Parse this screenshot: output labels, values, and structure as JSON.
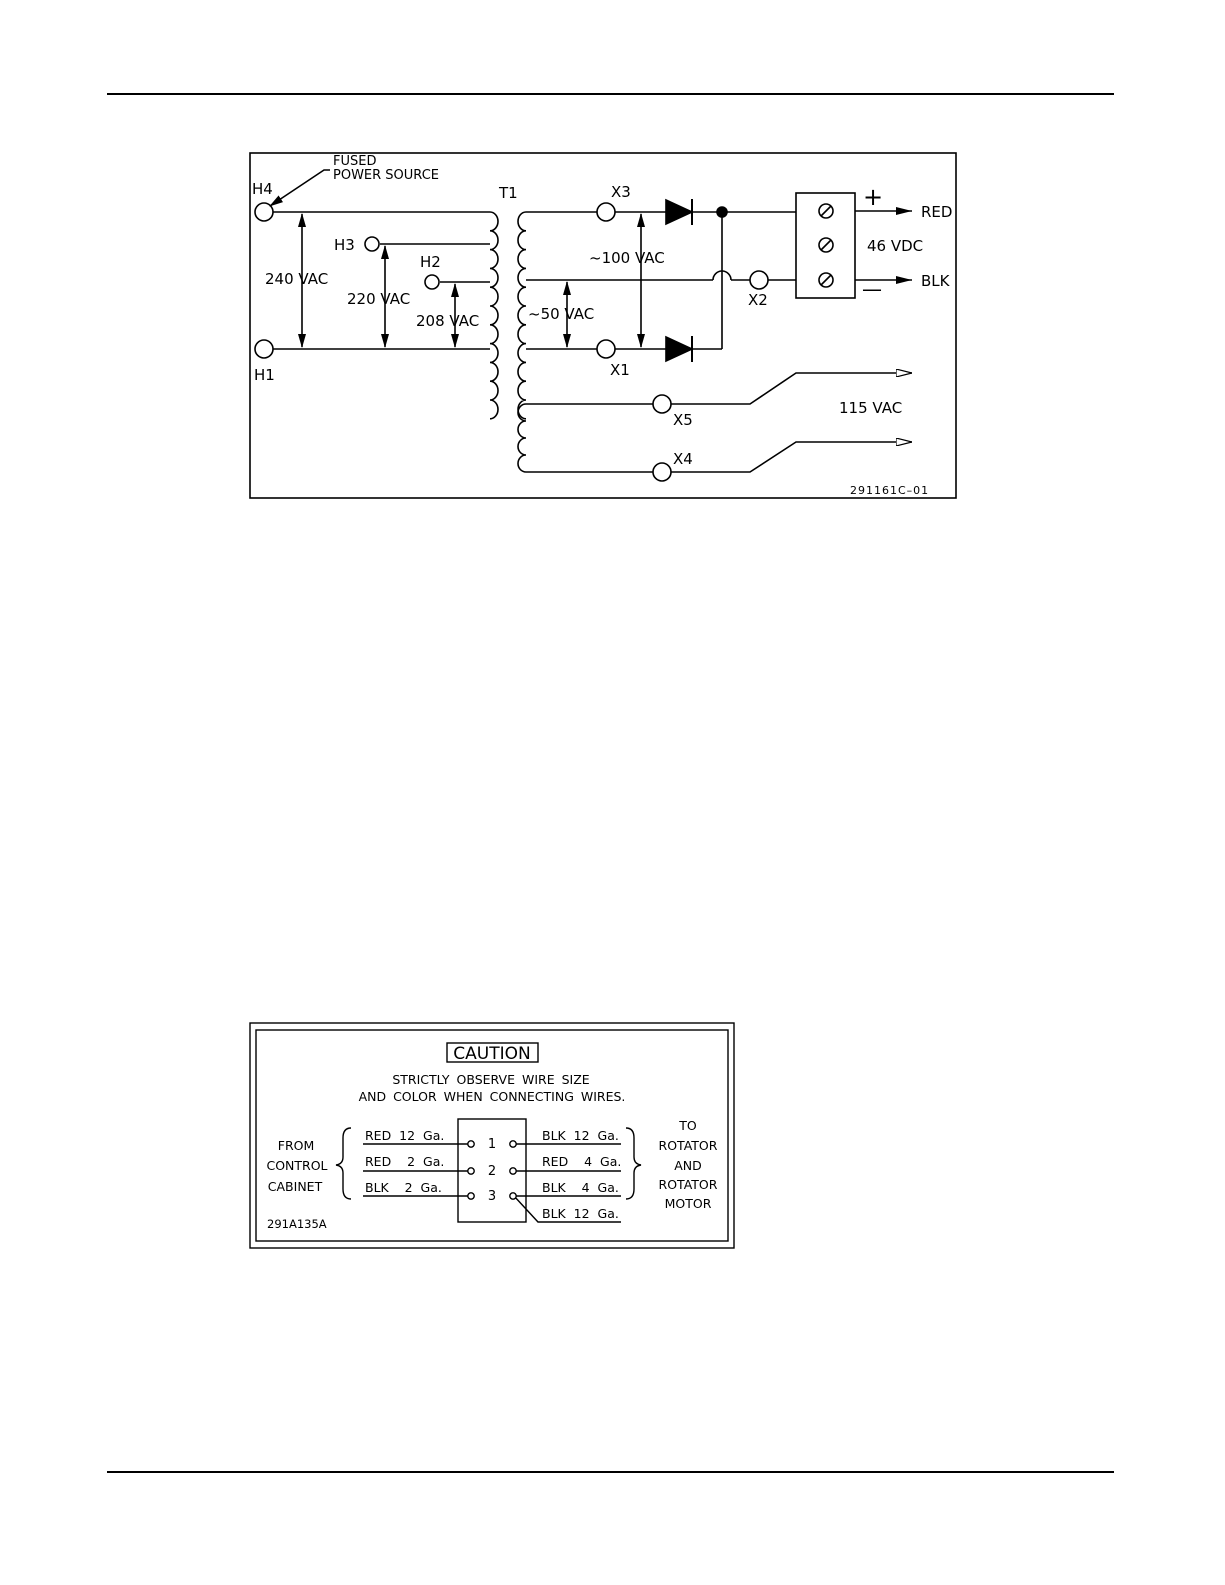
{
  "schematic": {
    "labels": {
      "fused": "FUSED",
      "power_source": "POWER SOURCE",
      "h4": "H4",
      "h3": "H3",
      "h2": "H2",
      "h1": "H1",
      "t1": "T1",
      "v240": "240 VAC",
      "v220": "220 VAC",
      "v208": "208 VAC",
      "x3": "X3",
      "x2": "X2",
      "x1": "X1",
      "x5": "X5",
      "x4": "X4",
      "v100": "~100 VAC",
      "v50": "~50 VAC",
      "plus": "+",
      "minus": "—",
      "red": "RED",
      "blk": "BLK",
      "v46": "46 VDC",
      "v115": "115 VAC",
      "drawing_no": "291161C–01"
    }
  },
  "caution_label": {
    "title": "CAUTION",
    "line1": "STRICTLY OBSERVE WIRE SIZE",
    "line2": "AND COLOR WHEN CONNECTING WIRES.",
    "from_1": "FROM",
    "from_2": "CONTROL",
    "from_3": "CABINET",
    "to_1": "TO",
    "to_2": "ROTATOR",
    "to_3": "AND",
    "to_4": "ROTATOR",
    "to_5": "MOTOR",
    "left_wires": [
      "RED  12  Ga.",
      "RED    2  Ga.",
      "BLK    2  Ga."
    ],
    "terminals": [
      "1",
      "2",
      "3"
    ],
    "right_wires": [
      "BLK  12  Ga.",
      "RED    4  Ga.",
      "BLK    4  Ga.",
      "BLK  12  Ga."
    ],
    "part_no": "291A135A"
  }
}
